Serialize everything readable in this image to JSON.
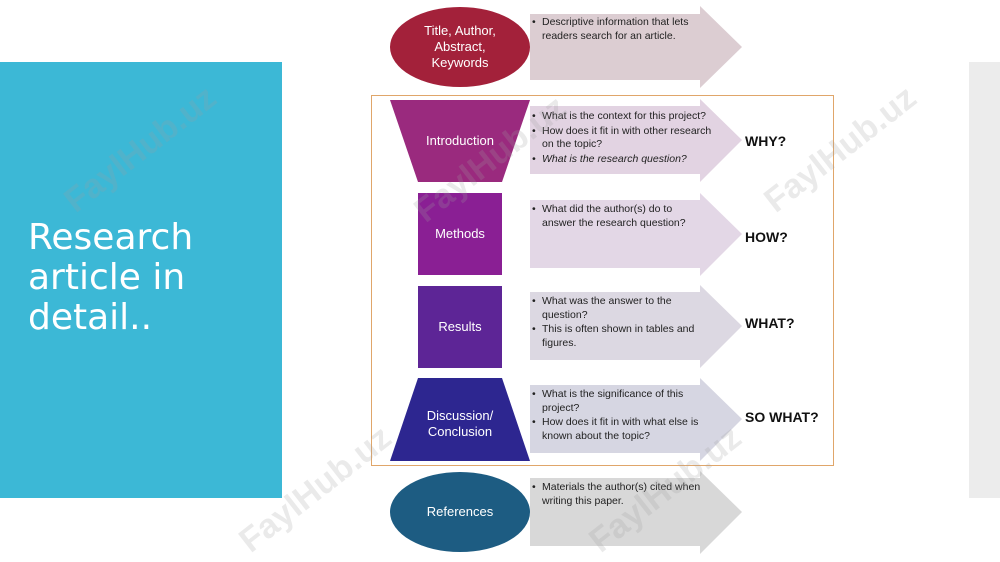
{
  "slide": {
    "title_lines": [
      "Research",
      "article in",
      "detail.."
    ]
  },
  "diagram": {
    "header": {
      "label": "Title, Author, Abstract, Keywords",
      "label_lines": [
        "Title, Author,",
        "Abstract,",
        "Keywords"
      ],
      "bullets": [
        "Descriptive information that lets readers search for an article."
      ]
    },
    "introduction": {
      "label": "Introduction",
      "bullets": [
        "What is the context for this project?",
        "How does it fit in with other research on the topic?"
      ],
      "italic_bullet": "What is the research question?",
      "question": "WHY?"
    },
    "methods": {
      "label": "Methods",
      "bullets": [
        "What did the author(s) do to answer the research question?"
      ],
      "question": "HOW?"
    },
    "results": {
      "label": "Results",
      "bullets": [
        "What was the answer to the question?",
        "This is often shown in tables and figures."
      ],
      "question": "WHAT?"
    },
    "discussion": {
      "label_lines": [
        "Discussion/",
        "Conclusion"
      ],
      "bullets": [
        "What is the significance of this project?",
        "How does it fit in with what else is known about the topic?"
      ],
      "question": "SO WHAT?"
    },
    "references": {
      "label": "References",
      "bullets": [
        "Materials the author(s) cited when writing this paper."
      ]
    }
  },
  "watermark": {
    "text": "FaylHub.uz"
  },
  "colors": {
    "teal_panel": "#3cb8d6",
    "header_ellipse": "#a3213a",
    "introduction": "#9a2a7e",
    "methods": "#8a1f94",
    "results": "#5d2596",
    "discussion": "#2d2690",
    "references": "#1d5c82",
    "frame_border": "#e0a66a"
  }
}
